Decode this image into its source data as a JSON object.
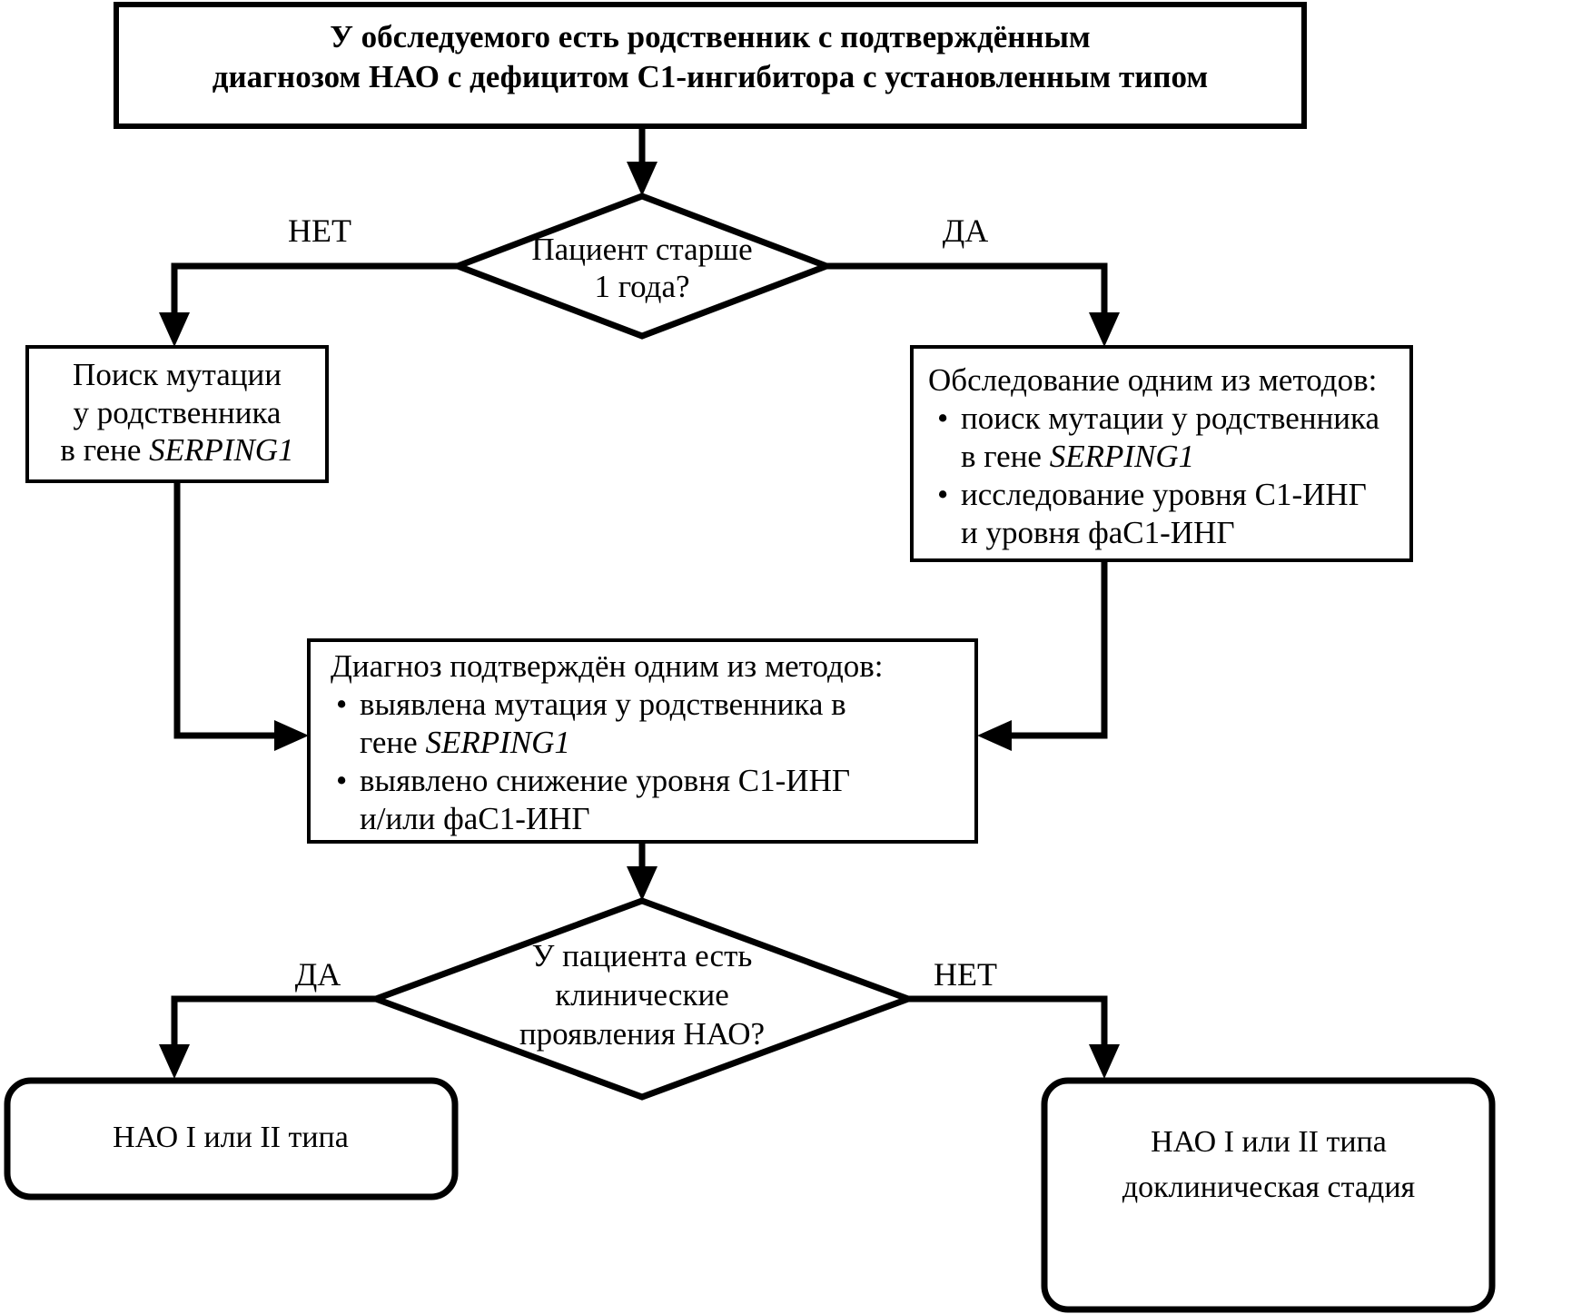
{
  "diagram": {
    "title_box": {
      "line1": "У обследуемого есть родственник с подтверждённым",
      "line2": "диагнозом НАО  с дефицитом C1-ингибитора с установленным типом"
    },
    "decision1": {
      "line1": "Пациент старше",
      "line2": "1 года?",
      "branch_left": "НЕТ",
      "branch_right": "ДА"
    },
    "left_box": {
      "line1": "Поиск мутации",
      "line2": "у родственника",
      "line3_prefix": "в гене ",
      "line3_gene": "SERPING1"
    },
    "right_box": {
      "heading": "Обследование одним из методов:",
      "bullet1_line1": "поиск мутации у родственника",
      "bullet1_line2_prefix": "в гене ",
      "bullet1_line2_gene": "SERPING1",
      "bullet2_line1": "исследование уровня C1-ИНГ",
      "bullet2_line2": "и уровня фаC1-ИНГ",
      "bullet_glyph": "•"
    },
    "middle_box": {
      "heading": "Диагноз подтверждён одним из методов:",
      "bullet1_line1": "выявлена мутация у родственника в",
      "bullet1_line2_prefix": "гене ",
      "bullet1_line2_gene": "SERPING1",
      "bullet2_line1": "выявлено снижение уровня C1-ИНГ",
      "bullet2_line2": "и/или фаC1-ИНГ",
      "bullet_glyph": "•"
    },
    "decision2": {
      "line1": "У пациента есть",
      "line2": "клинические",
      "line3": "проявления НАО?",
      "branch_left": "ДА",
      "branch_right": "НЕТ"
    },
    "terminal_left": {
      "line1": "НАО I или II типа"
    },
    "terminal_right": {
      "line1": "НАО I или II типа",
      "line2": "доклиническая стадия"
    },
    "colors": {
      "stroke": "#000000",
      "fill": "#ffffff",
      "text": "#000000"
    }
  }
}
